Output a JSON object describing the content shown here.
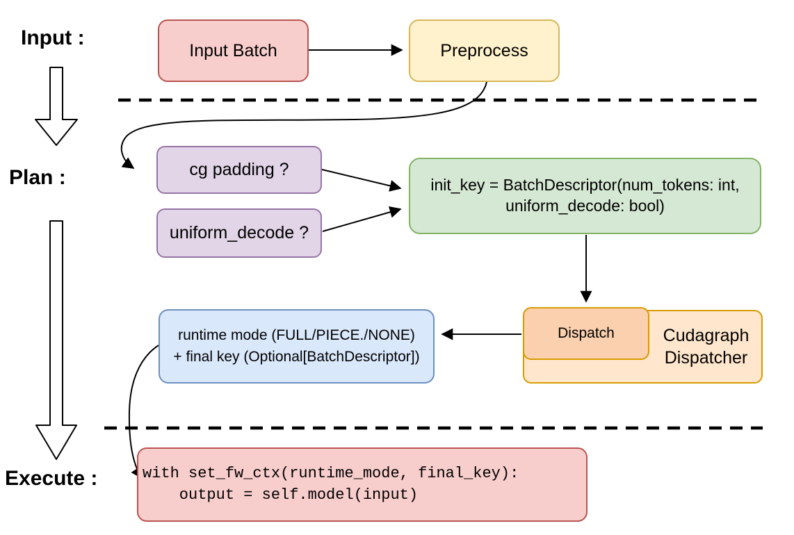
{
  "palette": {
    "red_fill": "#f8cecc",
    "red_stroke": "#b85450",
    "yellow_fill": "#fff2cc",
    "yellow_stroke": "#d6b656",
    "purple_fill": "#e1d5e7",
    "purple_stroke": "#9673a6",
    "green_fill": "#d5e8d4",
    "green_stroke": "#82b366",
    "blue_fill": "#dae8fc",
    "blue_stroke": "#6c8ebf",
    "orange_fill": "#ffe6cc",
    "orange_stroke": "#d79b00",
    "dispatch_fill": "#fbd0ae",
    "arrow_color": "#000000",
    "text_color": "#000000",
    "background": "#ffffff"
  },
  "stages": {
    "input": "Input :",
    "plan": "Plan :",
    "execute": "Execute :"
  },
  "nodes": {
    "input_batch": "Input Batch",
    "preprocess": "Preprocess",
    "cg_padding": "cg padding ?",
    "uniform_decode": "uniform_decode ?",
    "init_key_line1": "init_key = BatchDescriptor(num_tokens: int,",
    "init_key_line2": "uniform_decode: bool)",
    "dispatch": "Dispatch",
    "dispatcher_line1": "Cudagraph",
    "dispatcher_line2": "Dispatcher",
    "runtime_line1": "runtime mode (FULL/PIECE./NONE)",
    "runtime_line2": "+ final key (Optional[BatchDescriptor])",
    "code_line1": "with set_fw_ctx(runtime_mode, final_key):",
    "code_line2": "    output = self.model(input)"
  }
}
